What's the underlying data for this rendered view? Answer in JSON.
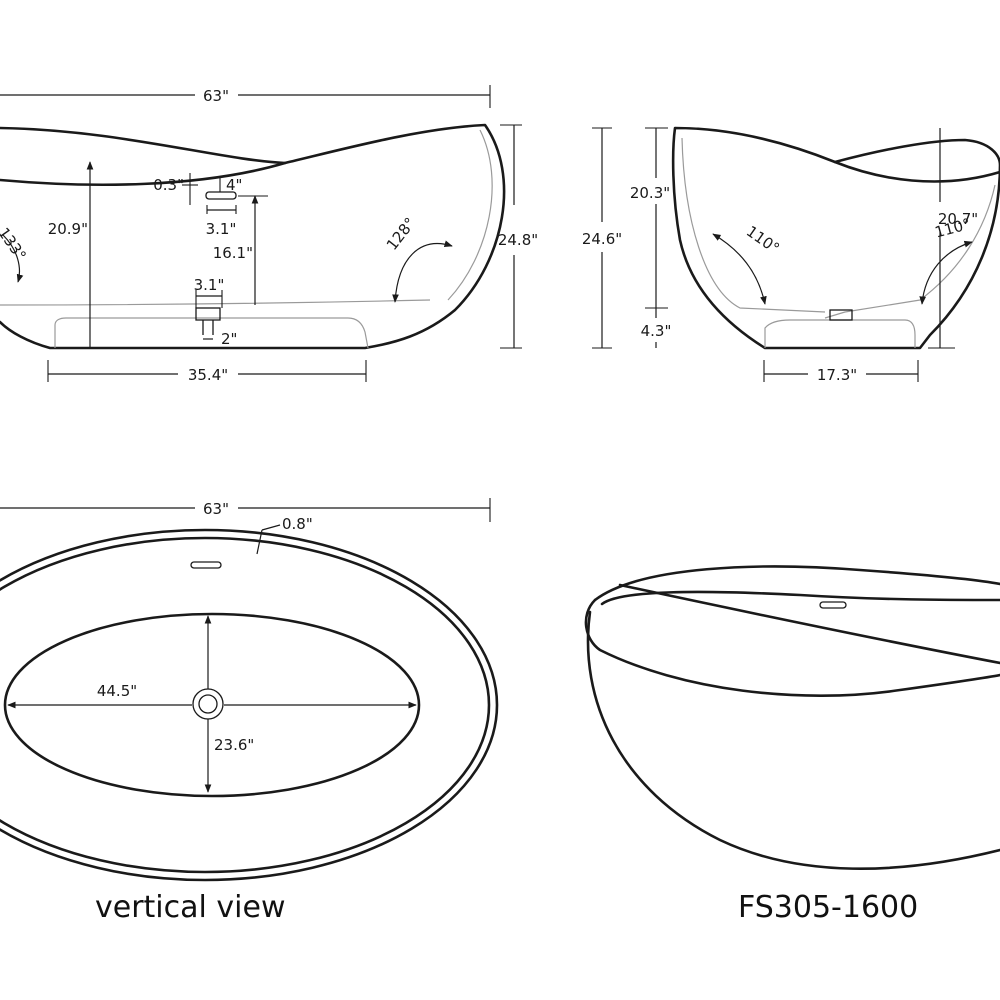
{
  "side_view_long": {
    "overall_length": "63\"",
    "overall_height": "24.8\"",
    "interior_depth": "20.9\"",
    "overflow_height": "16.1\"",
    "rim_offset": "0.3\"",
    "overflow_width": "4\"",
    "overflow_size": "3.1\"",
    "drain_size": "3.1\"",
    "drain_outlet": "2\"",
    "base_length": "35.4\"",
    "left_angle": "133°",
    "right_angle": "128°"
  },
  "side_view_short": {
    "overall_height": "24.6\"",
    "interior_height": "20.3\"",
    "base_height": "4.3\"",
    "right_depth": "20.7\"",
    "left_angle": "110°",
    "right_angle": "110°",
    "base_width": "17.3\""
  },
  "top_view": {
    "overall_length": "63\"",
    "rim_thickness": "0.8\"",
    "interior_length": "44.5\"",
    "interior_width": "23.6\"",
    "caption": "vertical view"
  },
  "perspective_view": {
    "model": "FS305-1600"
  },
  "colors": {
    "line": "#1a1a1a",
    "background": "#ffffff",
    "faint_line": "#9a9a9a"
  }
}
